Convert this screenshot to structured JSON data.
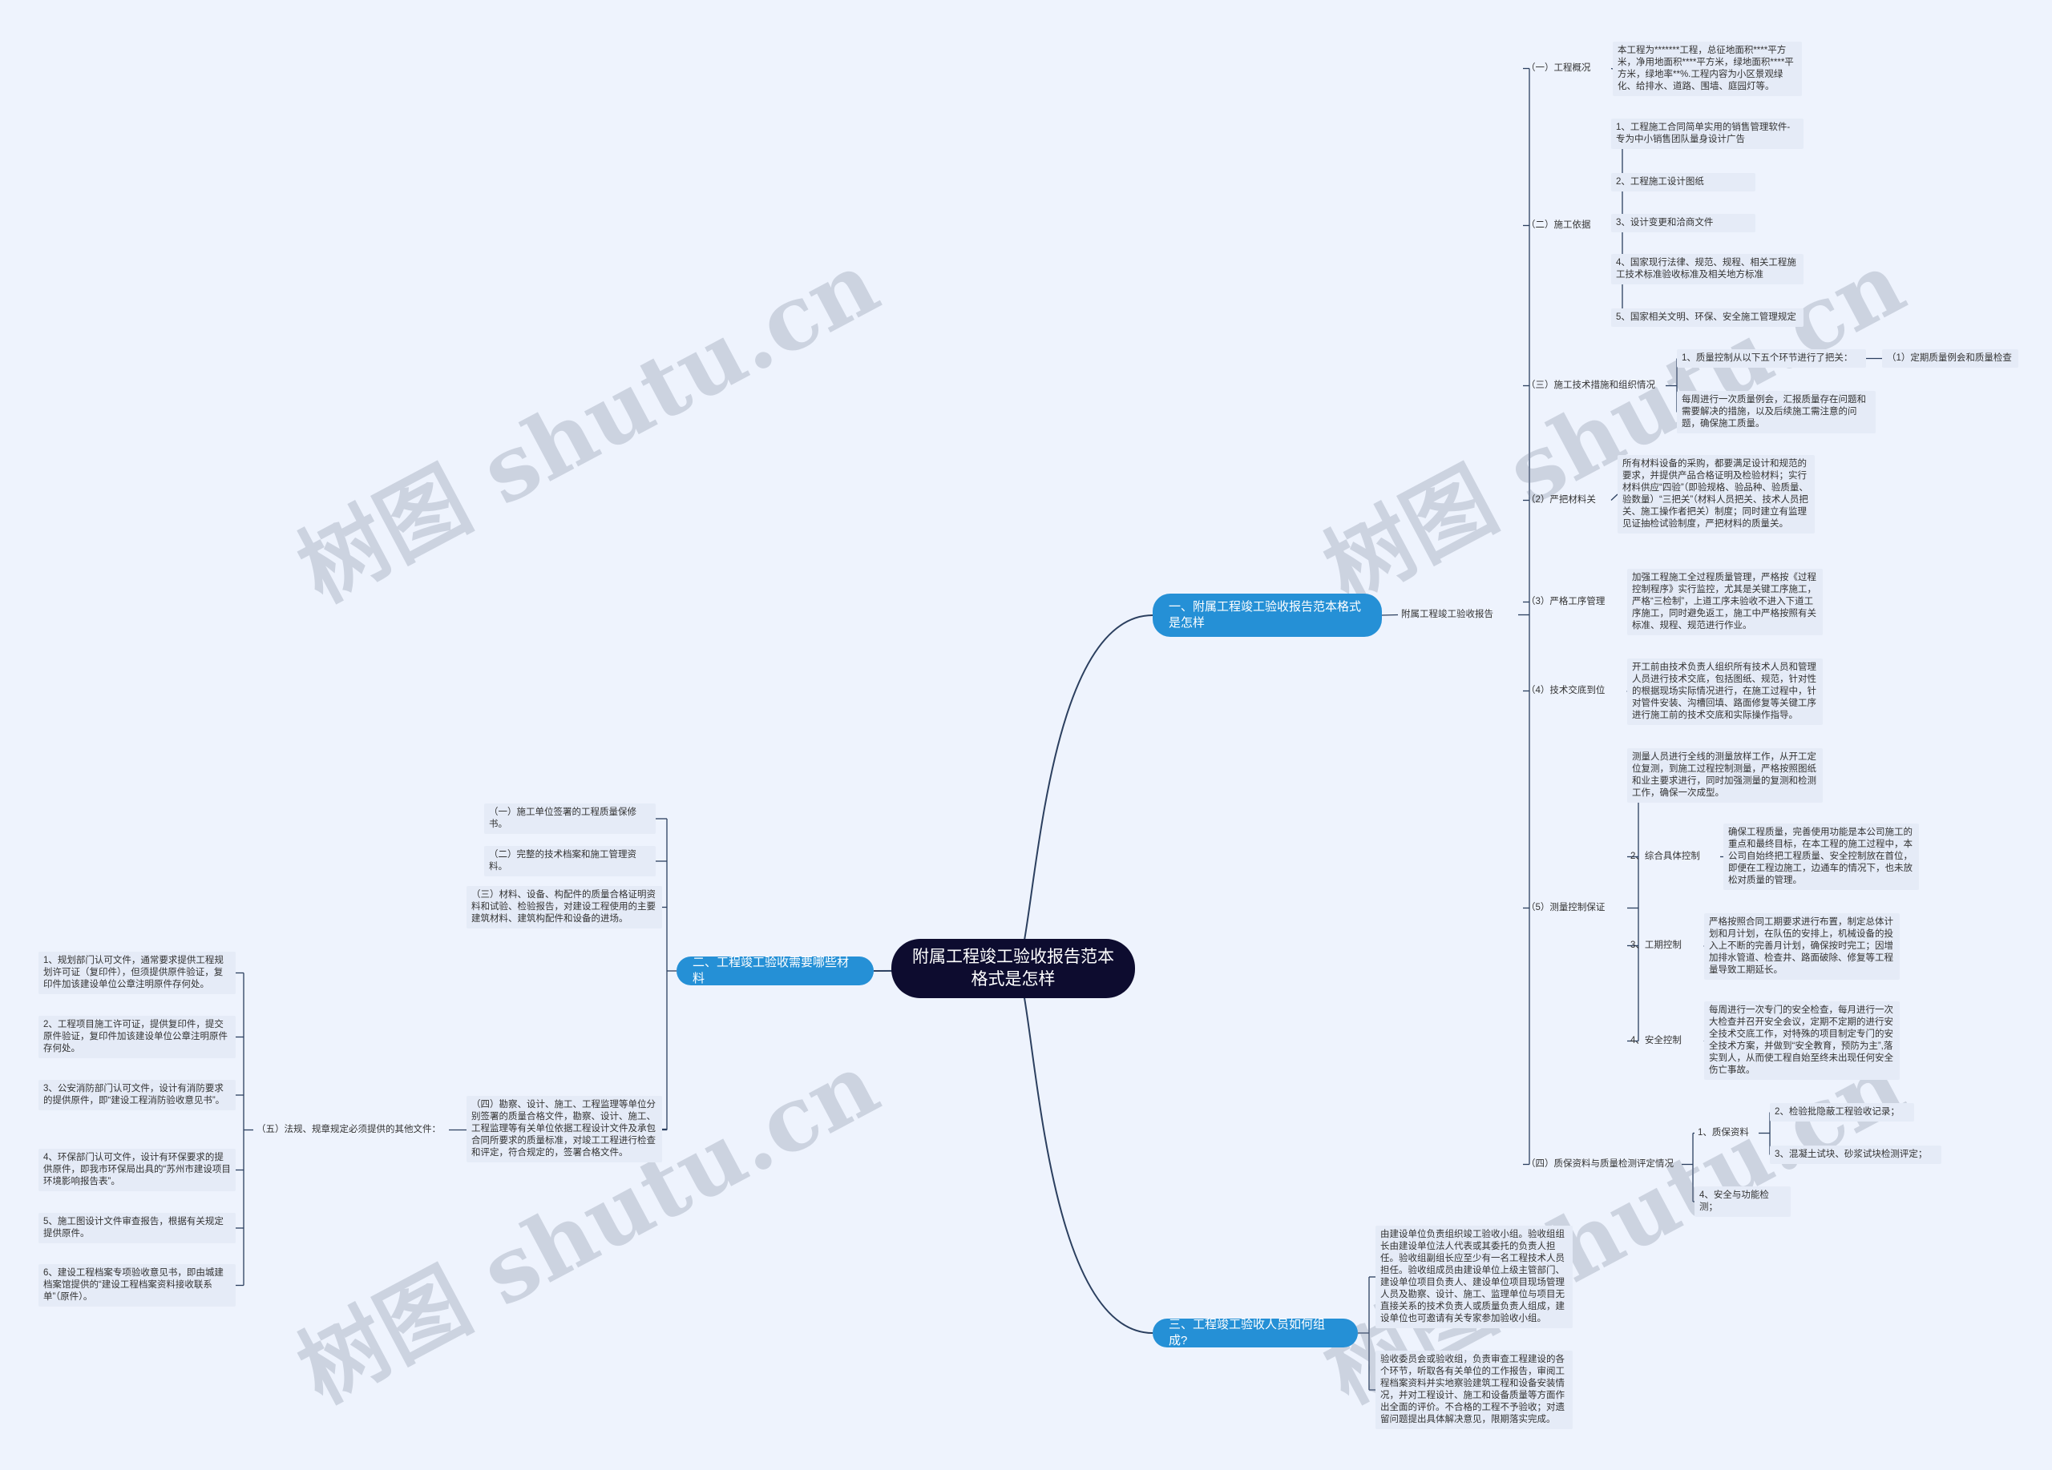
{
  "root": "附属工程竣工验收报告范本格式是怎样",
  "b1": {
    "title": "一、附属工程竣工验收报告范本格式是怎样",
    "report": "附属工程竣工验收报告",
    "s1": {
      "label": "（一）工程概况",
      "text": "本工程为*******工程，总征地面积****平方米，净用地面积****平方米，绿地面积****平方米，绿地率**%.工程内容为小区景观绿化、给排水、道路、围墙、庭园灯等。"
    },
    "s2": {
      "label": "（二）施工依据",
      "items": [
        "1、工程施工合同简单实用的销售管理软件-专为中小销售团队量身设计广告",
        "2、工程施工设计图纸",
        "3、设计变更和洽商文件",
        "4、国家现行法律、规范、规程、相关工程施工技术标准验收标准及相关地方标准",
        "5、国家相关文明、环保、安全施工管理规定"
      ]
    },
    "s3": {
      "label": "（三）施工技术措施和组织情况",
      "c1": "1、质量控制从以下五个环节进行了把关：",
      "c1a": "（1）定期质量例会和质量检查",
      "c2": "每周进行一次质量例会，汇报质量存在问题和需要解决的措施，以及后续施工需注意的问题，确保施工质量。"
    },
    "s4": {
      "label": "（2）严把材料关",
      "text": "所有材料设备的采购，都要满足设计和规范的要求，并提供产品合格证明及检验材料；实行材料供应“四验”（即验规格、验品种、验质量、验数量）“三把关”（材料人员把关、技术人员把关、施工操作者把关）制度；同时建立有监理见证抽检试验制度，严把材料的质量关。"
    },
    "s5": {
      "label": "（3）严格工序管理",
      "text": "加强工程施工全过程质量管理，严格按《过程控制程序》实行监控，尤其是关键工序施工，严格“三检制”，上道工序未验收不进入下道工序施工，同时避免返工，施工中严格按照有关标准、规程、规范进行作业。"
    },
    "s6": {
      "label": "（4）技术交底到位",
      "text": "开工前由技术负责人组织所有技术人员和管理人员进行技术交底，包括图纸、规范，针对性的根据现场实际情况进行，在施工过程中，针对管件安装、沟槽回填、路面修复等关键工序进行施工前的技术交底和实际操作指导。"
    },
    "s7": {
      "label": "（5）测量控制保证",
      "t0": "测量人员进行全线的测量放样工作，从开工定位复测，到施工过程控制测量，严格按照图纸和业主要求进行，同时加强测量的复测和检测工作，确保一次成型。",
      "k2": "2、综合具体控制",
      "k2t": "确保工程质量，完善使用功能是本公司施工的重点和最终目标，在本工程的施工过程中，本公司自始终把工程质量、安全控制放在首位，即便在工程边施工，边通车的情况下，也未放松对质量的管理。",
      "k3": "3、工期控制",
      "k3t": "严格按照合同工期要求进行布置，制定总体计划和月计划，在队伍的安排上，机械设备的投入上不断的完善月计划，确保按时完工；因增加排水管道、检查井、路面破除、修复等工程量导致工期延长。",
      "k4": "4、安全控制",
      "k4t": "每周进行一次专门的安全检查，每月进行一次大检查并召开安全会议，定期不定期的进行安全技术交底工作，对特殊的项目制定专门的安全技术方案，并做到“安全教育，预防为主”,落实到人，从而使工程自始至终未出现任何安全伤亡事故。"
    },
    "s8": {
      "label": "（四）质保资料与质量检测评定情况",
      "z1": "1、质保资料",
      "z1a": "2、检验批隐蔽工程验收记录；",
      "z1b": "3、混凝土试块、砂浆试块检测评定；",
      "z2": "4、安全与功能检测；"
    }
  },
  "b2": {
    "title": "二、工程竣工验收需要哪些材料",
    "i1": "（一）施工单位签署的工程质量保修书。",
    "i2": "（二）完整的技术档案和施工管理资料。",
    "i3": "（三）材料、设备、构配件的质量合格证明资料和试验、检验报告，对建设工程使用的主要建筑材料、建筑构配件和设备的进场。",
    "i4": "（四）勘察、设计、施工、工程监理等单位分别签署的质量合格文件，勘察、设计、施工、工程监理等有关单位依据工程设计文件及承包合同所要求的质量标准，对竣工工程进行检查和评定，符合规定的，签署合格文件。",
    "i5": "（五）法规、规章规定必须提供的其他文件：",
    "laws": [
      "1、规划部门认可文件，通常要求提供工程规划许可证（复印件），但须提供原件验证，复印件加该建设单位公章注明原件存何处。",
      "2、工程项目施工许可证，提供复印件，提交原件验证，复印件加该建设单位公章注明原件存何处。",
      "3、公安消防部门认可文件，设计有消防要求的提供原件，即“建设工程消防验收意见书”。",
      "4、环保部门认可文件，设计有环保要求的提供原件，即我市环保局出具的“苏州市建设项目环境影响报告表”。",
      "5、施工图设计文件审查报告，根据有关规定提供原件。",
      "6、建设工程档案专项验收意见书，即由城建档案馆提供的“建设工程档案资料接收联系单”（原件）。"
    ]
  },
  "b3": {
    "title": "三、工程竣工验收人员如何组成?",
    "t1": "由建设单位负责组织竣工验收小组。验收组组长由建设单位法人代表或其委托的负责人担任。验收组副组长应至少有一名工程技术人员担任。验收组成员由建设单位上级主管部门、建设单位项目负责人、建设单位项目现场管理人员及勘察、设计、施工、监理单位与项目无直接关系的技术负责人或质量负责人组成，建设单位也可邀请有关专家参加验收小组。",
    "t2": "验收委员会或验收组，负责审查工程建设的各个环节，听取各有关单位的工作报告，审阅工程档案资料并实地察验建筑工程和设备安装情况，并对工程设计、施工和设备质量等方面作出全面的评价。不合格的工程不予验收；对遗留问题提出具体解决意见，限期落实完成。"
  },
  "watermark": "树图 shutu.cn",
  "colors": {
    "background": "#eef3fd",
    "root": "#0d0c2f",
    "main": "#2590d6",
    "line": "#2b3f5f",
    "leafbox": "#e5ebf7"
  }
}
